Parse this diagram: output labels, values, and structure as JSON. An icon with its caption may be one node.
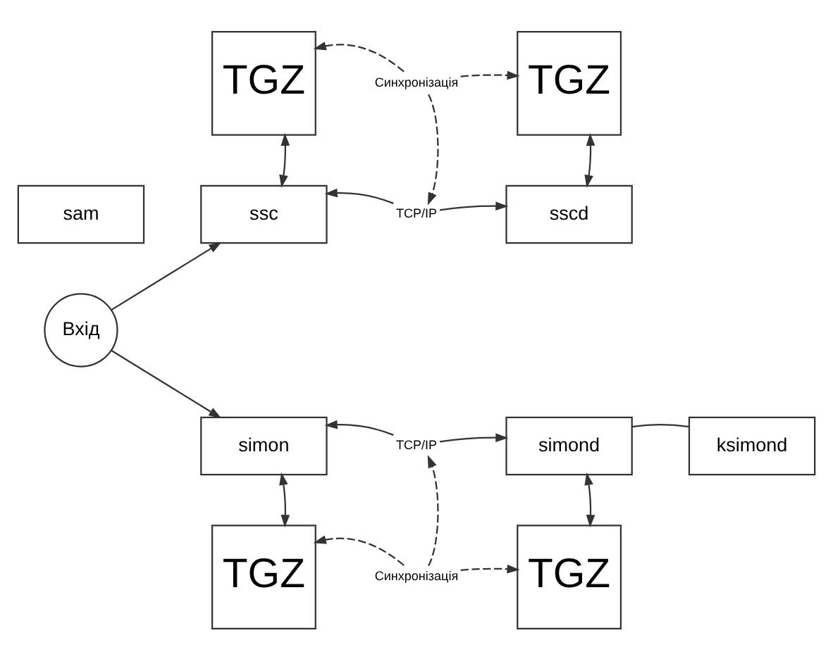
{
  "diagram": {
    "nodes": [
      {
        "text": [
          "sam"
        ]
      },
      {
        "text": [
          "TGZ"
        ]
      },
      {
        "text": [
          "TGZ"
        ]
      },
      {
        "text": [
          "Синхронізація"
        ]
      },
      {
        "text": [
          "ssc"
        ]
      },
      {
        "text": [
          "TCP/IP"
        ]
      },
      {
        "text": [
          "sscd"
        ]
      },
      {
        "text": [
          "Вхід"
        ]
      },
      {
        "text": [
          "simon"
        ]
      },
      {
        "text": [
          "TCP/IP"
        ]
      },
      {
        "text": [
          "simond"
        ]
      },
      {
        "text": [
          "ksimond"
        ]
      },
      {
        "text": [
          "Синхронізація"
        ]
      },
      {
        "text": [
          "TGZ"
        ]
      },
      {
        "text": [
          "TGZ"
        ]
      }
    ],
    "edges": [
      {
        "from": 3,
        "to": 1,
        "arrow": "to",
        "style": "dashed"
      },
      {
        "from": 3,
        "to": 2,
        "arrow": "to",
        "style": "dashed"
      },
      {
        "from": 1,
        "to": 4,
        "arrow": "both"
      },
      {
        "from": 2,
        "to": 6,
        "arrow": "both"
      },
      {
        "from": 3,
        "to": 5,
        "arrow": "to",
        "style": "dashed"
      },
      {
        "from": 5,
        "to": 4,
        "arrow": "to"
      },
      {
        "from": 5,
        "to": 6,
        "arrow": "to"
      },
      {
        "from": 7,
        "to": 4,
        "arrow": "to"
      },
      {
        "from": 7,
        "to": 8,
        "arrow": "to"
      },
      {
        "from": 9,
        "to": 8,
        "arrow": "to"
      },
      {
        "from": 9,
        "to": 10,
        "arrow": "to"
      },
      {
        "from": 10,
        "to": 11,
        "arrow": "none"
      },
      {
        "from": 8,
        "to": 13,
        "arrow": "both"
      },
      {
        "from": 10,
        "to": 14,
        "arrow": "both"
      },
      {
        "from": 12,
        "to": 13,
        "arrow": "to",
        "style": "dashed"
      },
      {
        "from": 12,
        "to": 14,
        "arrow": "to",
        "style": "dashed"
      },
      {
        "from": 12,
        "to": 9,
        "arrow": "to",
        "style": "dashed"
      }
    ]
  }
}
